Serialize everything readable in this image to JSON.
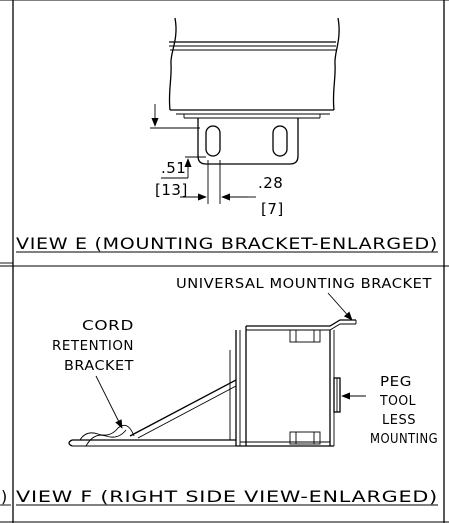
{
  "view_e": {
    "title": "VIEW E (MOUNTING BRACKET-ENLARGED)",
    "dim_height": ".51",
    "dim_height_metric": "[13]",
    "dim_width": ".28",
    "dim_width_metric": "[7]"
  },
  "view_f": {
    "title": "VIEW F (RIGHT SIDE VIEW-ENLARGED)",
    "label_universal": "UNIVERSAL MOUNTING BRACKET",
    "label_cord_1": "CORD",
    "label_cord_2": "RETENTION",
    "label_cord_3": "BRACKET",
    "label_peg_1": "PEG",
    "label_peg_2": "TOOL",
    "label_peg_3": "LESS",
    "label_peg_4": "MOUNTING"
  },
  "left_fragment": ")"
}
